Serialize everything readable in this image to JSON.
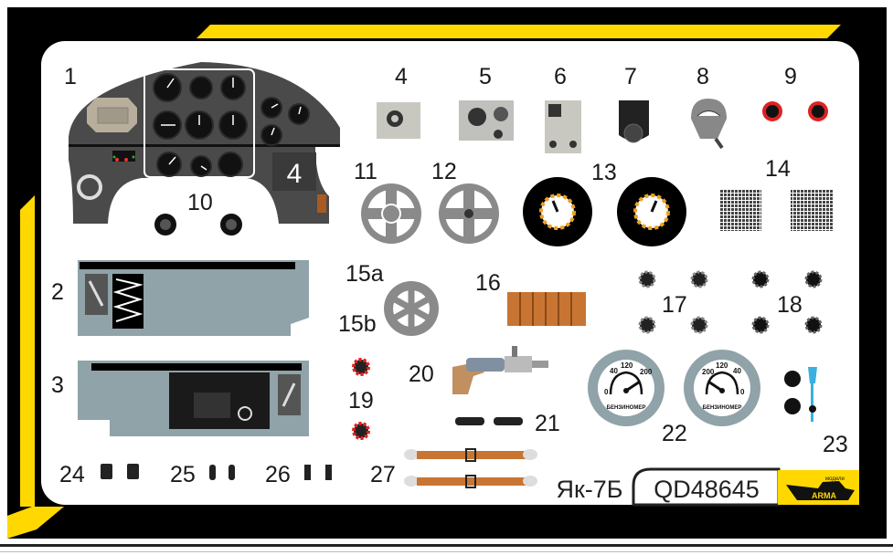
{
  "sheet": {
    "aircraft": "Як-7Б",
    "code": "QD48645",
    "logo_text": [
      "модели",
      "ARMA"
    ],
    "colors": {
      "frame": "#000000",
      "accent": "#ffd800",
      "panel": "#4a4a4a",
      "wall": "#8fa3a8",
      "belt": "#c87533"
    }
  },
  "labels": {
    "p1": "1",
    "p2": "2",
    "p3": "3",
    "p4": "4",
    "p5": "5",
    "p6": "6",
    "p7": "7",
    "p8": "8",
    "p9": "9",
    "p10": "10",
    "p11": "11",
    "p12": "12",
    "p13": "13",
    "p14": "14",
    "p15a": "15a",
    "p15b": "15b",
    "p16": "16",
    "p17": "17",
    "p18": "18",
    "p19": "19",
    "p20": "20",
    "p21": "21",
    "p22": "22",
    "p23": "23",
    "p24": "24",
    "p25": "25",
    "p26": "26",
    "p27": "27"
  },
  "panel": {
    "placeholder_number": "4"
  },
  "fuel_gauge": {
    "ticks": [
      "0",
      "40",
      "120",
      "200"
    ],
    "caption": "БЕНЗИНОМЕР"
  }
}
